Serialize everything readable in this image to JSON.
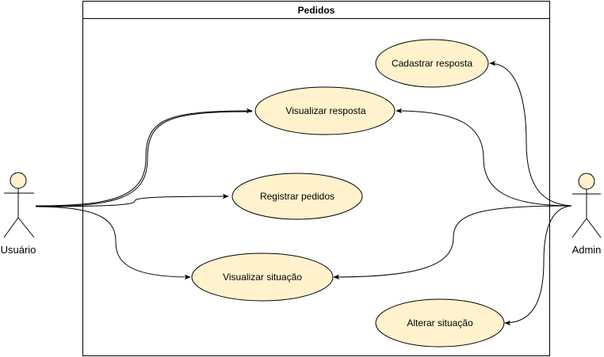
{
  "system": {
    "title": "Pedidos"
  },
  "actors": {
    "user": {
      "label": "Usuário"
    },
    "admin": {
      "label": "Admin"
    }
  },
  "use_cases": {
    "cadastrar_resposta": "Cadastrar resposta",
    "visualizar_resposta": "Visualizar resposta",
    "registrar_pedidos": "Registrar pedidos",
    "visualizar_situacao": "Visualizar situação",
    "alterar_situacao": "Alterar situação"
  },
  "colors": {
    "use_case_fill": "#fff2cc",
    "use_case_stroke": "#000000",
    "actor_head_fill": "#fff2cc",
    "line": "#000000",
    "background": "#ffffff"
  }
}
